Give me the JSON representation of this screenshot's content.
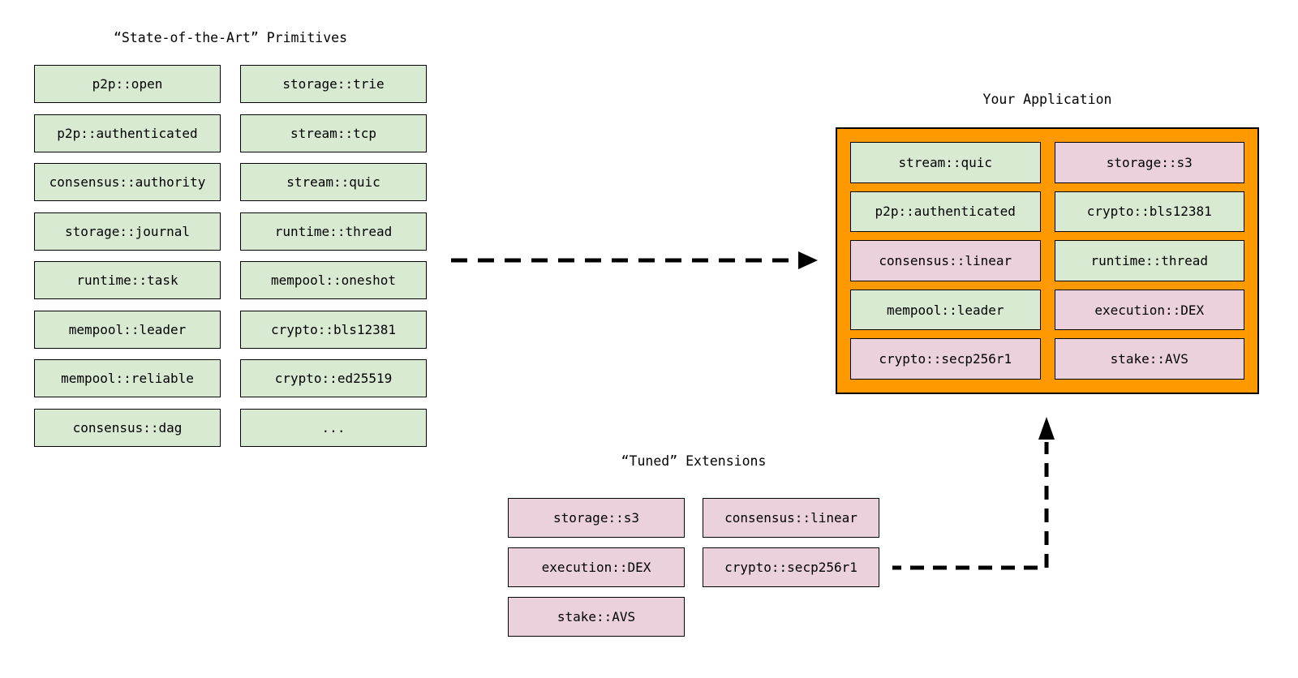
{
  "colors": {
    "green": "#D9EAD3",
    "pink": "#EAD1DC",
    "orange": "#FF9900",
    "border": "#000000",
    "arrow": "#000000",
    "background": "#FFFFFF"
  },
  "primitives": {
    "title": "“State-of-the-Art” Primitives",
    "col1": [
      "p2p::open",
      "p2p::authenticated",
      "consensus::authority",
      "storage::journal",
      "runtime::task",
      "mempool::leader",
      "mempool::reliable",
      "consensus::dag"
    ],
    "col2": [
      "storage::trie",
      "stream::tcp",
      "stream::quic",
      "runtime::thread",
      "mempool::oneshot",
      "crypto::bls12381",
      "crypto::ed25519",
      "..."
    ]
  },
  "application": {
    "title": "Your Application",
    "items": [
      {
        "label": "stream::quic",
        "variant": "green"
      },
      {
        "label": "storage::s3",
        "variant": "pink"
      },
      {
        "label": "p2p::authenticated",
        "variant": "green"
      },
      {
        "label": "crypto::bls12381",
        "variant": "green"
      },
      {
        "label": "consensus::linear",
        "variant": "pink"
      },
      {
        "label": "runtime::thread",
        "variant": "green"
      },
      {
        "label": "mempool::leader",
        "variant": "green"
      },
      {
        "label": "execution::DEX",
        "variant": "pink"
      },
      {
        "label": "crypto::secp256r1",
        "variant": "pink"
      },
      {
        "label": "stake::AVS",
        "variant": "pink"
      }
    ]
  },
  "extensions": {
    "title": "“Tuned” Extensions",
    "col1": [
      "storage::s3",
      "execution::DEX",
      "stake::AVS"
    ],
    "col2": [
      "consensus::linear",
      "crypto::secp256r1"
    ]
  }
}
